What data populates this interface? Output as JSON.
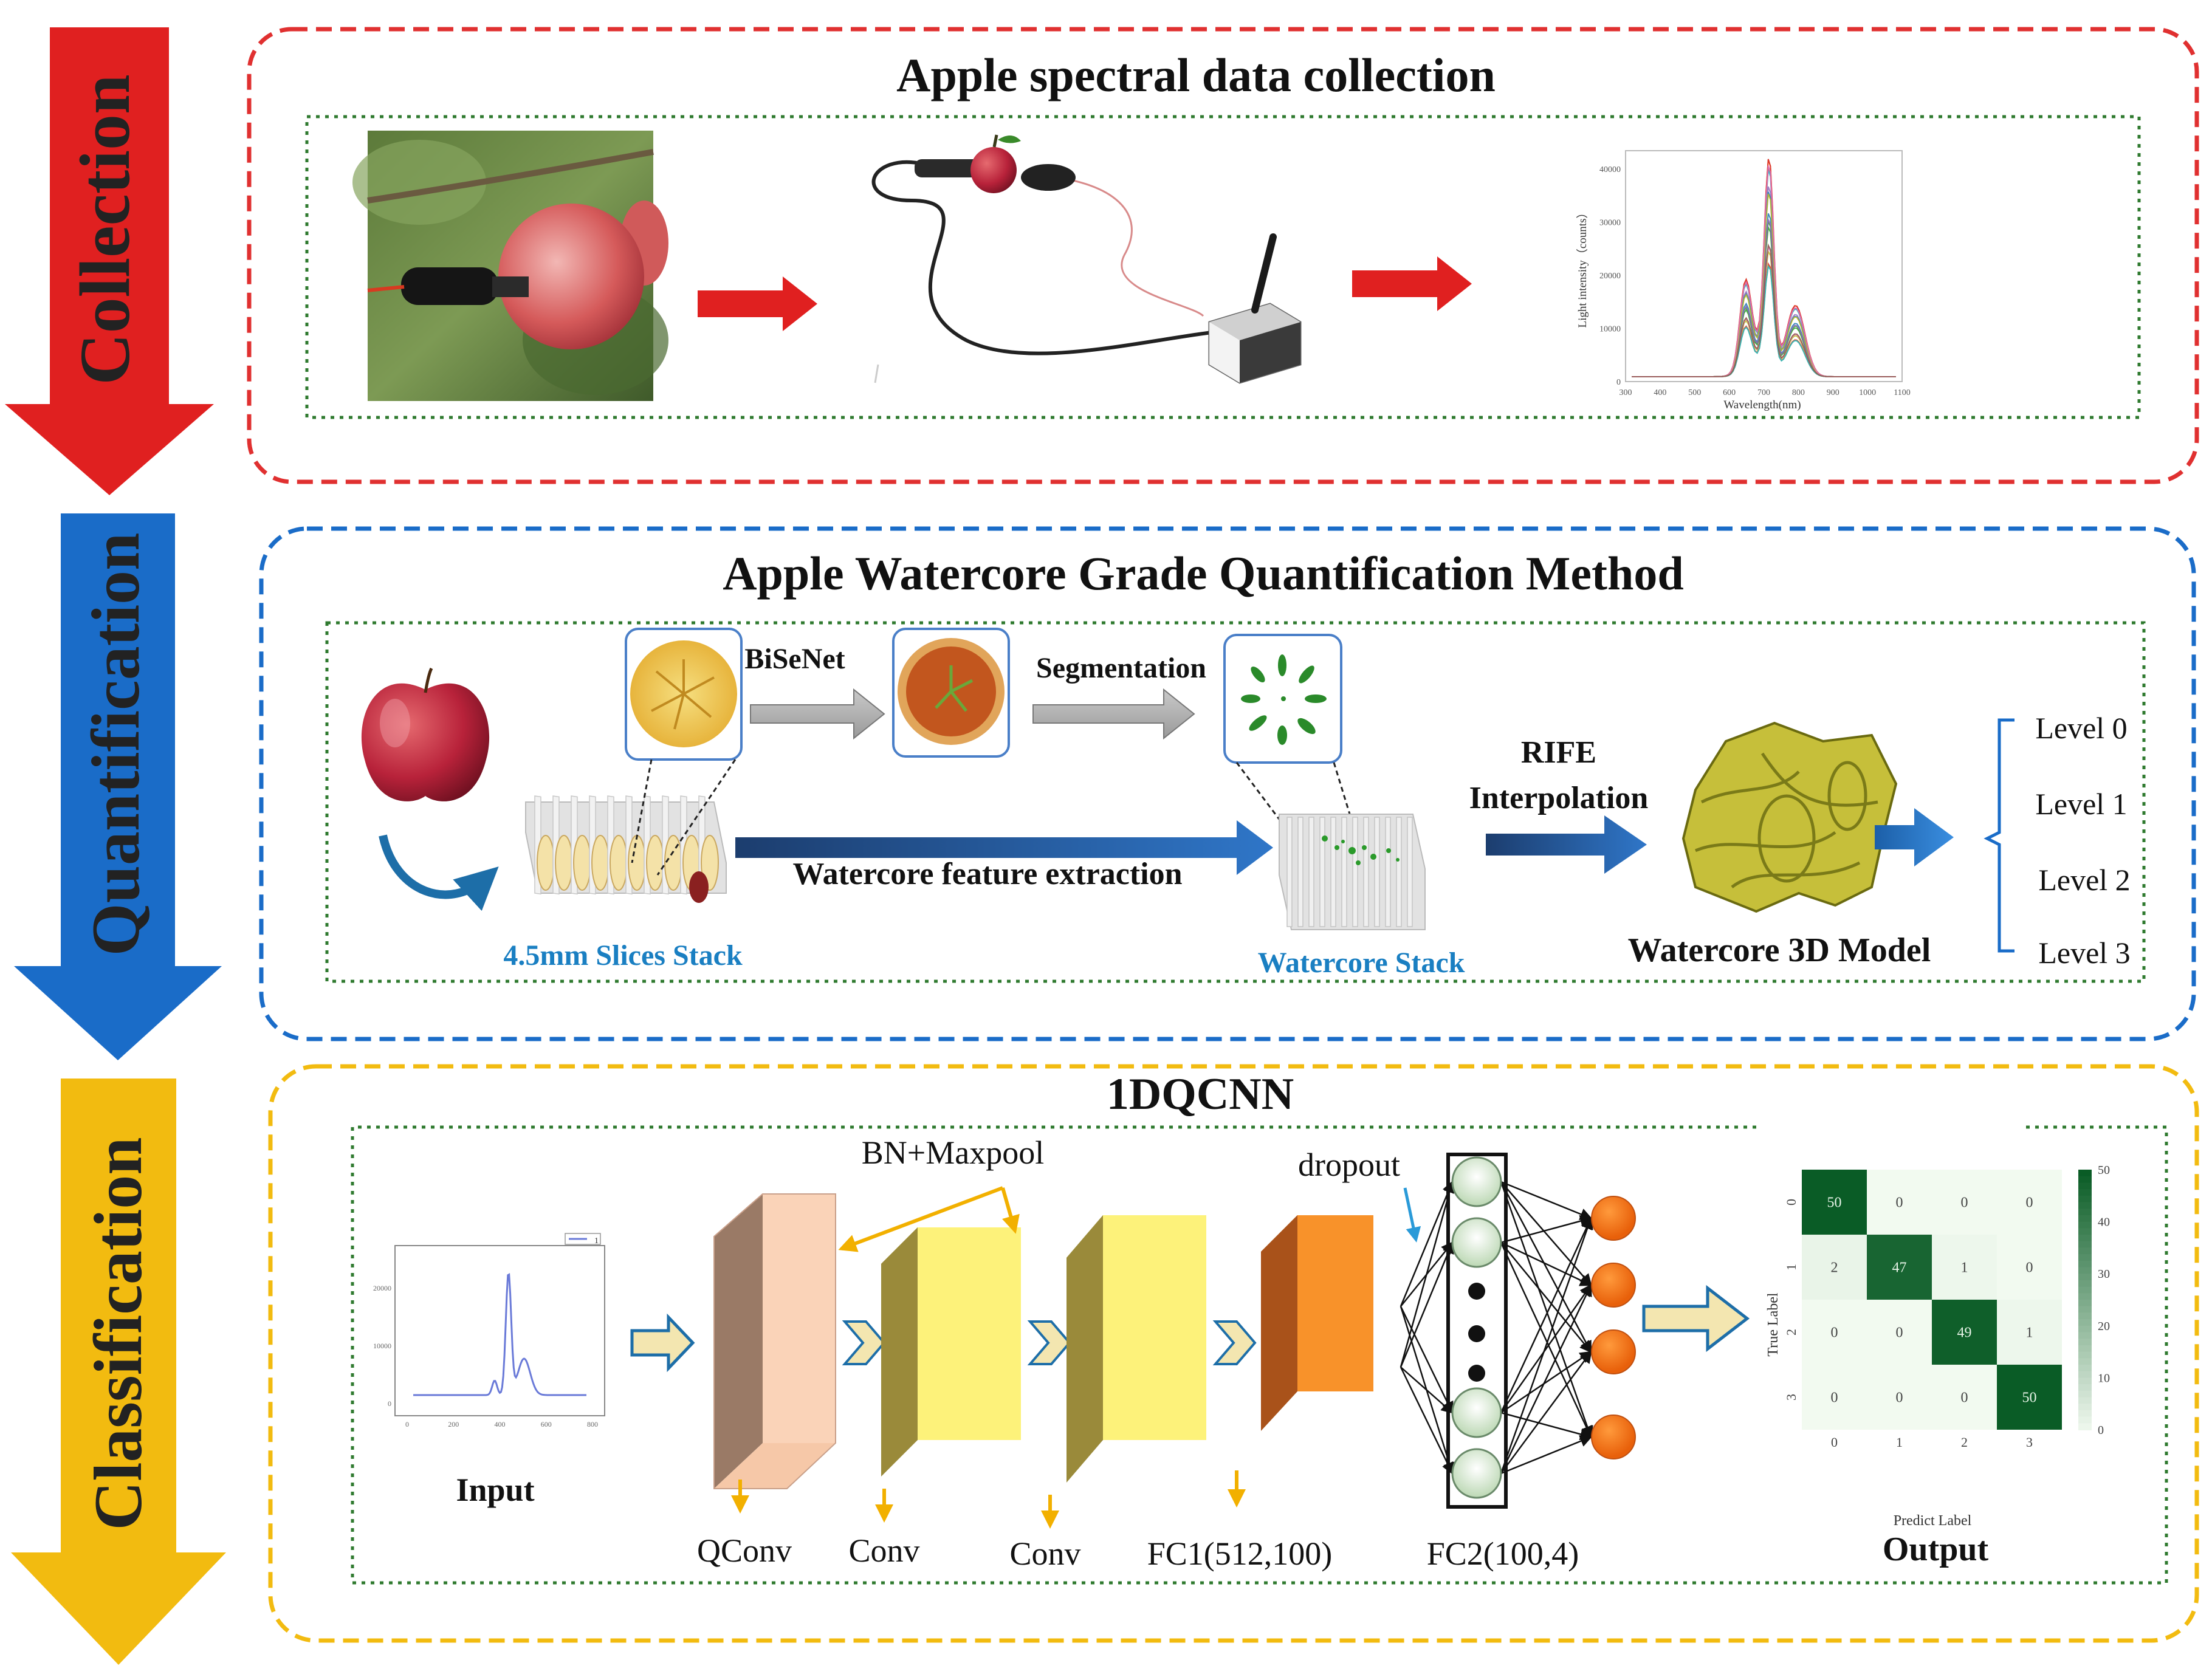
{
  "stages": {
    "collection": {
      "label": "Collection",
      "color": "#e02020"
    },
    "quantification": {
      "label": "Quantification",
      "color": "#1a6cc8"
    },
    "classification": {
      "label": "Classification",
      "color": "#f2bb10"
    }
  },
  "collection_panel": {
    "title": "Apple spectral data collection",
    "spectrum": {
      "ylabel": "Light intensity（counts）",
      "xlabel": "Wavelength(nm)",
      "yticks": [
        "0",
        "10000",
        "20000",
        "30000",
        "40000"
      ],
      "xticks": [
        "300",
        "400",
        "500",
        "600",
        "700",
        "800",
        "900",
        "1000",
        "1100"
      ]
    }
  },
  "quantification_panel": {
    "title": "Apple Watercore Grade Quantification Method",
    "bisenet_label": "BiSeNet",
    "segmentation_label": "Segmentation",
    "feature_extraction_label": "Watercore feature extraction",
    "slices_stack_label": "4.5mm Slices Stack",
    "watercore_stack_label": "Watercore Stack",
    "rife_label_1": "RIFE",
    "rife_label_2": "Interpolation",
    "model_label": "Watercore 3D Model",
    "levels": [
      "Level 0",
      "Level 1",
      "Level 2",
      "Level 3"
    ],
    "accent": "#1a7fc2"
  },
  "classification_panel": {
    "title": "1DQCNN",
    "input_label": "Input",
    "bn_label": "BN+Maxpool",
    "dropout_label": "dropout",
    "layers": [
      "QConv",
      "Conv",
      "Conv",
      "FC1(512,100)",
      "FC2(100,4)"
    ],
    "output_label": "Output",
    "input_plot": {
      "legend": "1",
      "yticks": [
        "0",
        "10000",
        "20000"
      ],
      "xticks": [
        "0",
        "200",
        "400",
        "600",
        "800"
      ]
    },
    "confusion_matrix": {
      "ylabel": "True Label",
      "xlabel": "Predict Label",
      "row_labels": [
        "0",
        "1",
        "2",
        "3"
      ],
      "col_labels": [
        "0",
        "1",
        "2",
        "3"
      ],
      "values": [
        [
          50,
          0,
          0,
          0
        ],
        [
          2,
          47,
          1,
          0
        ],
        [
          0,
          0,
          49,
          1
        ],
        [
          0,
          0,
          0,
          50
        ]
      ],
      "colorbar_ticks": [
        "50",
        "40",
        "30",
        "20",
        "10",
        "0"
      ]
    }
  }
}
